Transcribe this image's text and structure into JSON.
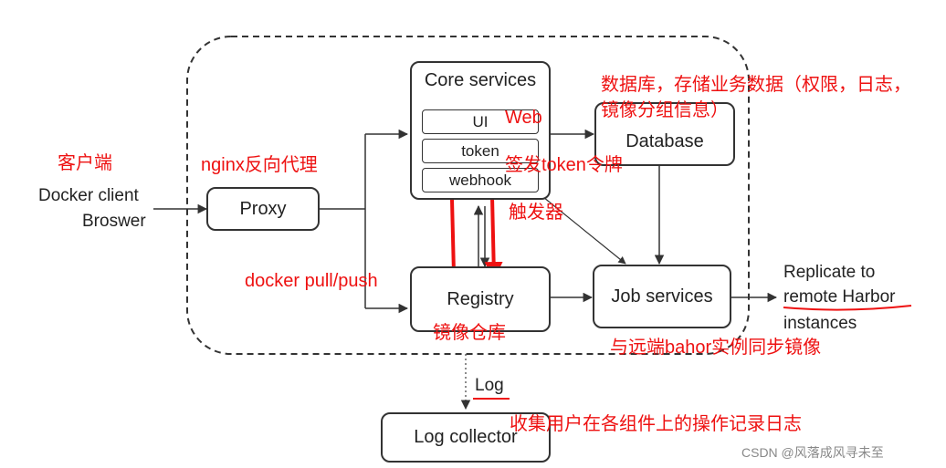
{
  "boxes": {
    "core_title": "Core services",
    "ui": "UI",
    "token": "token",
    "webhook": "webhook",
    "database": "Database",
    "proxy": "Proxy",
    "registry": "Registry",
    "job_services": "Job services",
    "log_collector": "Log collector"
  },
  "labels": {
    "client_line1": "Docker client",
    "client_line2": "Broswer",
    "replicate_line1": "Replicate to",
    "replicate_line2": "remote Harbor",
    "replicate_line3": "instances",
    "log": "Log"
  },
  "annotations": {
    "client": "客户端",
    "nginx": "nginx反向代理",
    "database_note_line1": "数据库，存储业务数据（权限，日志，",
    "database_note_line2": "镜像分组信息）",
    "web": "Web",
    "token_note": "签发token令牌",
    "trigger": "触发器",
    "docker_pull_push": "docker pull/push",
    "registry_note": "镜像仓库",
    "sync_note": "与远端bahor实例同步镜像",
    "log_note": "收集用户在各组件上的操作记录日志"
  },
  "watermark": "CSDN @风落成风寻未至",
  "colors": {
    "annotation": "#ee1111",
    "line": "#333333"
  }
}
